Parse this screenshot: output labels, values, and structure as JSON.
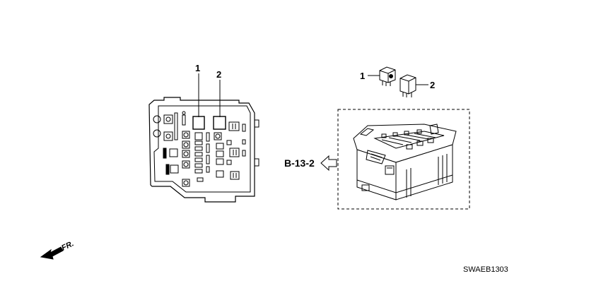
{
  "diagram": {
    "left_panel": {
      "callouts": [
        {
          "label": "1"
        },
        {
          "label": "2"
        }
      ]
    },
    "relays": {
      "callouts": [
        {
          "label": "1"
        },
        {
          "label": "2"
        }
      ]
    },
    "reference": {
      "label": "B-13-2",
      "arrow_icon": "hollow-arrow-left-icon"
    },
    "front_indicator": {
      "label": "FR.",
      "arrow_icon": "front-direction-arrow-icon"
    },
    "part_code": "SWAEB1303"
  }
}
